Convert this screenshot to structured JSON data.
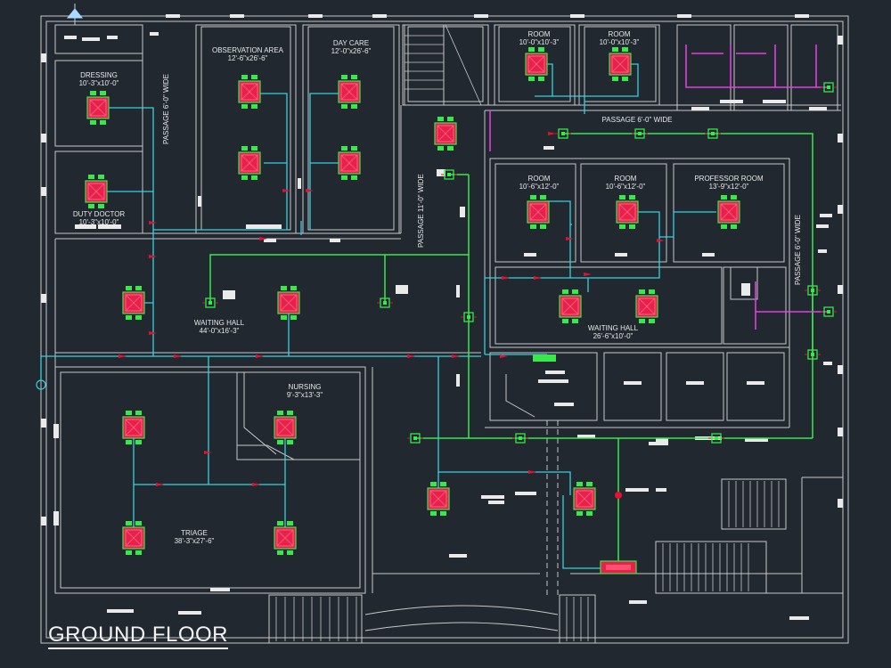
{
  "drawing_title": "GROUND FLOOR",
  "colors": {
    "background": "#212830",
    "walls": "#c8c8c8",
    "cyan_ducting": "#35d0e0",
    "green_ducting": "#39e84a",
    "magenta_ducting": "#e040e0",
    "ac_unit": "#e8204a",
    "arrow_marker": "#e81030"
  },
  "rooms": [
    {
      "name": "ROOM",
      "dims": "10'-0\"x10'-3\""
    },
    {
      "name": "ROOM",
      "dims": "10'-0\"x10'-3\""
    },
    {
      "name": "OBSERVATION AREA",
      "dims": "12'-6\"x26'-6\""
    },
    {
      "name": "DAY CARE",
      "dims": "12'-0\"x26'-6\""
    },
    {
      "name": "DRESSING",
      "dims": "10'-3\"x10'-0\""
    },
    {
      "name": "DUTY DOCTOR",
      "dims": "10'-3\"x10'-0\""
    },
    {
      "name": "ROOM",
      "dims": "10'-6\"x12'-0\""
    },
    {
      "name": "ROOM",
      "dims": "10'-6\"x12'-0\""
    },
    {
      "name": "PROFESSOR ROOM",
      "dims": "13'-9\"x12'-0\""
    },
    {
      "name": "WAITING HALL",
      "dims": "44'-0\"x16'-3\""
    },
    {
      "name": "WAITING HALL",
      "dims": "26'-6\"x10'-0\""
    },
    {
      "name": "NURSING",
      "dims": "9'-3\"x13'-3\""
    },
    {
      "name": "TRIAGE",
      "dims": "38'-3\"x27'-6\""
    }
  ],
  "passages": [
    "PASSAGE 6'-0\" WIDE",
    "PASSAGE 6'-0\" WIDE",
    "PASSAGE 11'-0\" WIDE",
    "PASSAGE 6'-0\" WIDE"
  ],
  "icons": [
    "ac-unit-icon",
    "diffuser-icon",
    "column-icon",
    "north-marker-icon"
  ]
}
